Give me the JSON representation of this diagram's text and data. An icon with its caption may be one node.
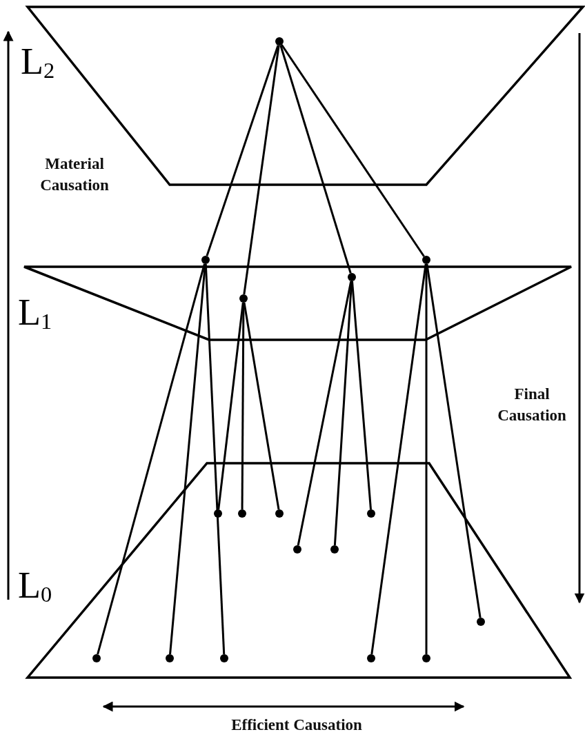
{
  "diagram": {
    "nodes": [
      {
        "text": [
          "L$_{2}$"
        ]
      },
      {
        "text": [],
        "shape": "circle",
        "in": 0
      },
      {
        "text": [
          "L$_{1}$"
        ]
      },
      {
        "text": [],
        "shape": "circle"
      },
      {
        "text": [],
        "shape": "circle"
      },
      {
        "text": [],
        "shape": "circle",
        "in": 2
      },
      {
        "text": [],
        "shape": "circle",
        "in": 2
      },
      {
        "text": [
          "L$_{0}$"
        ]
      },
      {
        "text": [],
        "shape": "circle",
        "in": 7
      },
      {
        "text": [],
        "shape": "circle",
        "in": 7
      },
      {
        "text": [],
        "shape": "circle",
        "in": 7
      },
      {
        "text": [],
        "shape": "circle",
        "in": 7
      },
      {
        "text": [],
        "shape": "circle",
        "in": 7
      },
      {
        "text": [],
        "shape": "circle",
        "in": 7
      },
      {
        "text": [],
        "shape": "circle",
        "in": 7
      },
      {
        "text": [],
        "shape": "circle",
        "in": 7
      },
      {
        "text": [],
        "shape": "circle",
        "in": 7
      },
      {
        "text": [],
        "shape": "circle",
        "in": 7
      },
      {
        "text": [],
        "shape": "circle",
        "in": 7
      },
      {
        "text": [],
        "shape": "circle",
        "in": 7
      }
    ],
    "edges": [
      {
        "from": 1,
        "to": 3,
        "arrow": "none"
      },
      {
        "from": 1,
        "to": 6,
        "arrow": "none"
      },
      {
        "from": 1,
        "to": 5,
        "arrow": "none"
      },
      {
        "from": 1,
        "to": 4,
        "arrow": "none"
      },
      {
        "from": 3,
        "to": 15,
        "arrow": "none"
      },
      {
        "from": 3,
        "to": 16,
        "arrow": "none"
      },
      {
        "from": 3,
        "to": 17,
        "arrow": "none"
      },
      {
        "from": 6,
        "to": 8,
        "arrow": "none"
      },
      {
        "from": 6,
        "to": 9,
        "arrow": "none"
      },
      {
        "from": 6,
        "to": 10,
        "arrow": "none"
      },
      {
        "from": 5,
        "to": 12,
        "arrow": "none"
      },
      {
        "from": 5,
        "to": 13,
        "arrow": "none"
      },
      {
        "from": 5,
        "to": 11,
        "arrow": "none"
      },
      {
        "from": 4,
        "to": 18,
        "arrow": "none"
      },
      {
        "from": 4,
        "to": 19,
        "arrow": "none"
      },
      {
        "from": 4,
        "to": 14,
        "arrow": "none"
      }
    ],
    "labels": [
      "Material Causation",
      "Final Causation",
      "Efficient Causation"
    ]
  }
}
